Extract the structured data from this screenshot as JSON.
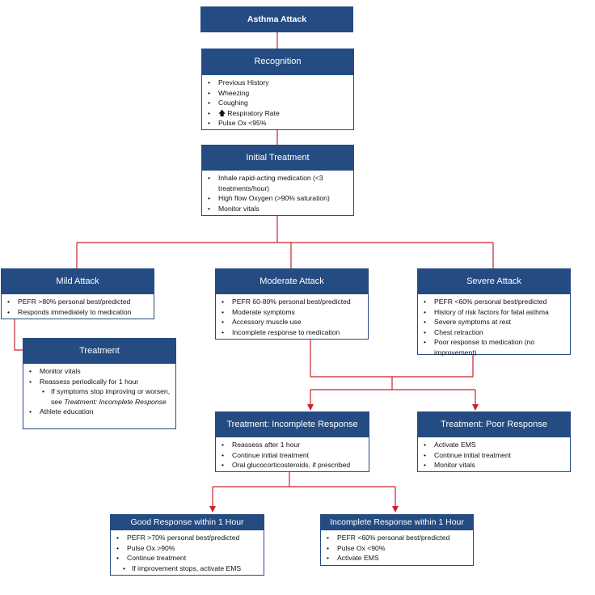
{
  "title": "Asthma Attack",
  "recognition": {
    "header": "Recognition",
    "items": [
      "Previous History",
      "Wheezing",
      "Coughing",
      "Respiratory Rate",
      "Pulse Ox <95%"
    ],
    "arrow_icon": "up-arrow-icon"
  },
  "initial_treatment": {
    "header": "Initial Treatment",
    "items": [
      "Inhale rapid-acting medication (<3 treatments/hour)",
      "High flow Oxygen (>90% saturation)",
      "Monitor vitals"
    ]
  },
  "mild": {
    "header": "Mild Attack",
    "items": [
      "PEFR >80% personal best/predicted",
      "Responds immediately to medication"
    ]
  },
  "moderate": {
    "header": "Moderate Attack",
    "items": [
      "PEFR 60-80% personal best/predicted",
      "Moderate symptoms",
      "Accessory muscle use",
      "Incomplete response to medication"
    ]
  },
  "severe": {
    "header": "Severe Attack",
    "items": [
      "PEFR <60% personal best/predicted",
      "History of risk factors for fatal asthma",
      "Severe symptoms at rest",
      "Chest retraction",
      "Poor response to medication (no improvement)"
    ]
  },
  "mild_treatment": {
    "header": "Treatment",
    "items": [
      "Monitor vitals",
      "Reassess periodically for 1 hour"
    ],
    "sub_text": "If symptoms stop improving or worsen, see ",
    "sub_ref": "Treatment: Incomplete Response",
    "last_item": "Athlete education"
  },
  "incomplete": {
    "header": "Treatment: Incomplete Response",
    "items": [
      "Reassess after 1 hour",
      "Continue initial treatment",
      "Oral glucocorticosteroids, if prescribed"
    ]
  },
  "poor": {
    "header": "Treatment: Poor Response",
    "items": [
      "Activate EMS",
      "Continue initial treatment",
      "Monitor vitals"
    ]
  },
  "good_1h": {
    "header": "Good Response within 1 Hour",
    "items": [
      "PEFR >70% personal best/predicted",
      "Pulse Ox >90%",
      "Continue treatment"
    ],
    "sub_item": "If improvement stops, activate EMS"
  },
  "incomplete_1h": {
    "header": "Incomplete Response within 1 Hour",
    "items": [
      "PEFR <60% personal best/predicted",
      "Pulse Ox <90%",
      "Activate EMS"
    ]
  },
  "colors": {
    "header_fill": "#254c82",
    "connector": "#cc2229",
    "text": "#111111"
  }
}
